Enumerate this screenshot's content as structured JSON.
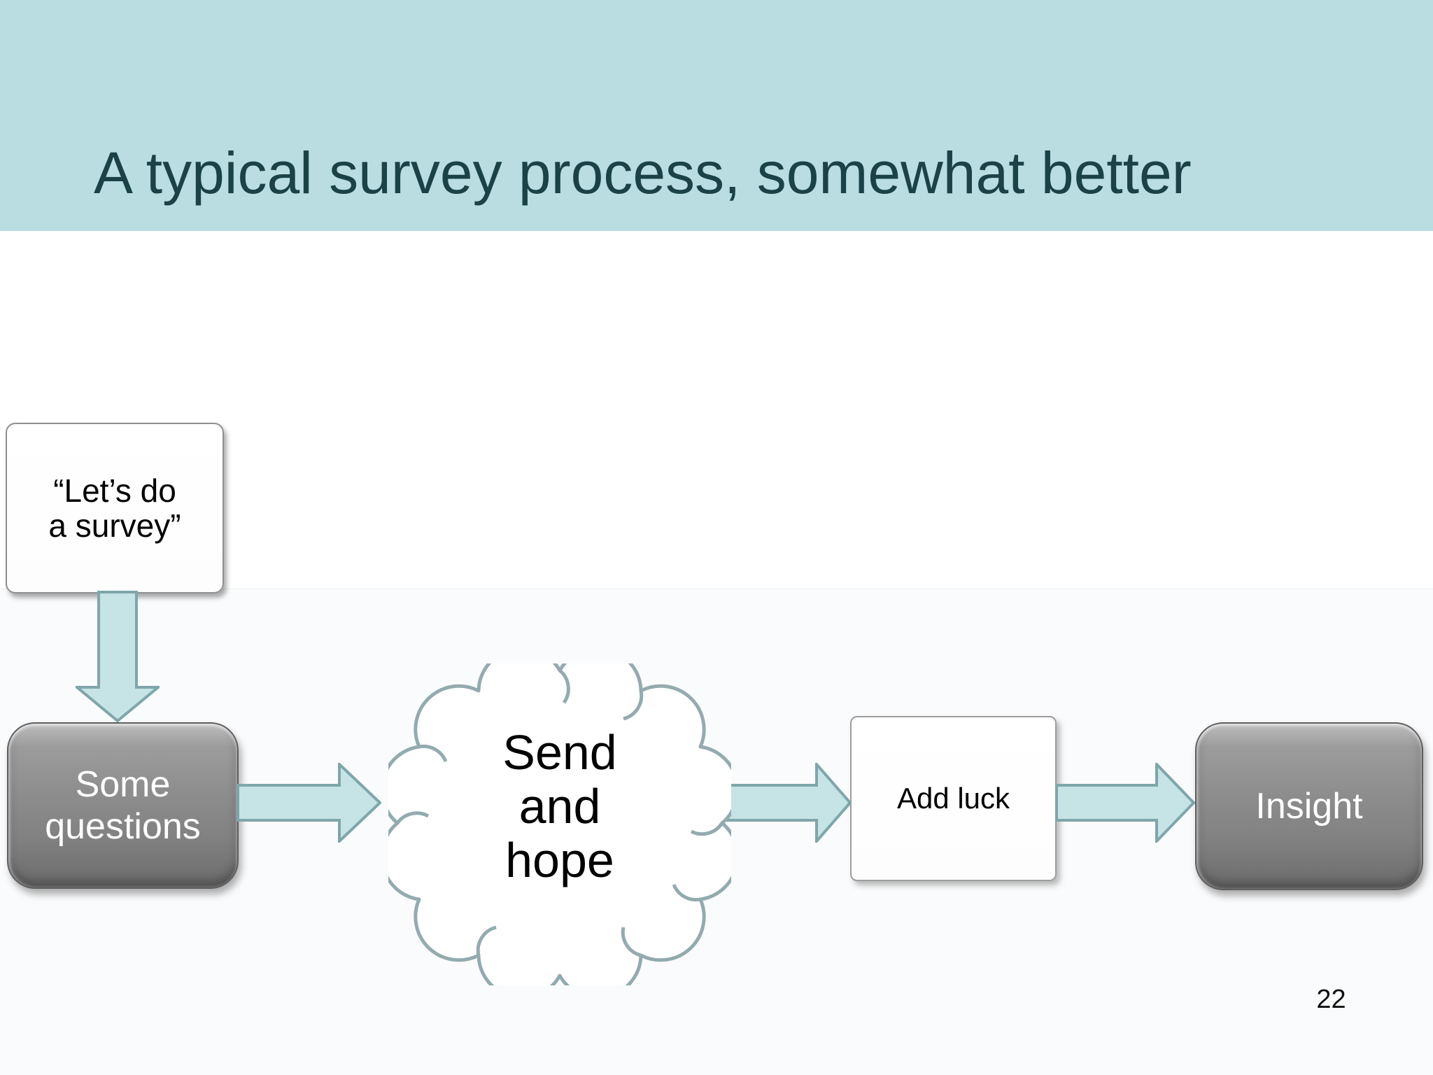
{
  "slide": {
    "header": {
      "title": "A typical survey process, somewhat better"
    },
    "footer": {
      "page_number": "22"
    },
    "colors": {
      "header_band": "#badde2",
      "title_text": "#1a4247",
      "arrow_fill": "#c6e3e6",
      "arrow_outline": "#7fa6ab",
      "cloud_outline": "#93abaf",
      "gray_node_fill": "#8a8a8a",
      "gray_node_text": "#ffffff",
      "white_node_border": "#8f8f8f",
      "node_text": "#000000"
    },
    "nodes": [
      {
        "id": "lets-do-a-survey",
        "shape": "rectangle",
        "lines": [
          "“Let’s do",
          "a survey”"
        ]
      },
      {
        "id": "some-questions",
        "shape": "rounded-gray",
        "lines": [
          "Some",
          "questions"
        ]
      },
      {
        "id": "send-and-hope",
        "shape": "cloud",
        "lines": [
          "Send",
          "and",
          "hope"
        ]
      },
      {
        "id": "add-luck",
        "shape": "rectangle",
        "lines": [
          "Add luck"
        ]
      },
      {
        "id": "insight",
        "shape": "rounded-gray",
        "lines": [
          "Insight"
        ]
      }
    ]
  }
}
